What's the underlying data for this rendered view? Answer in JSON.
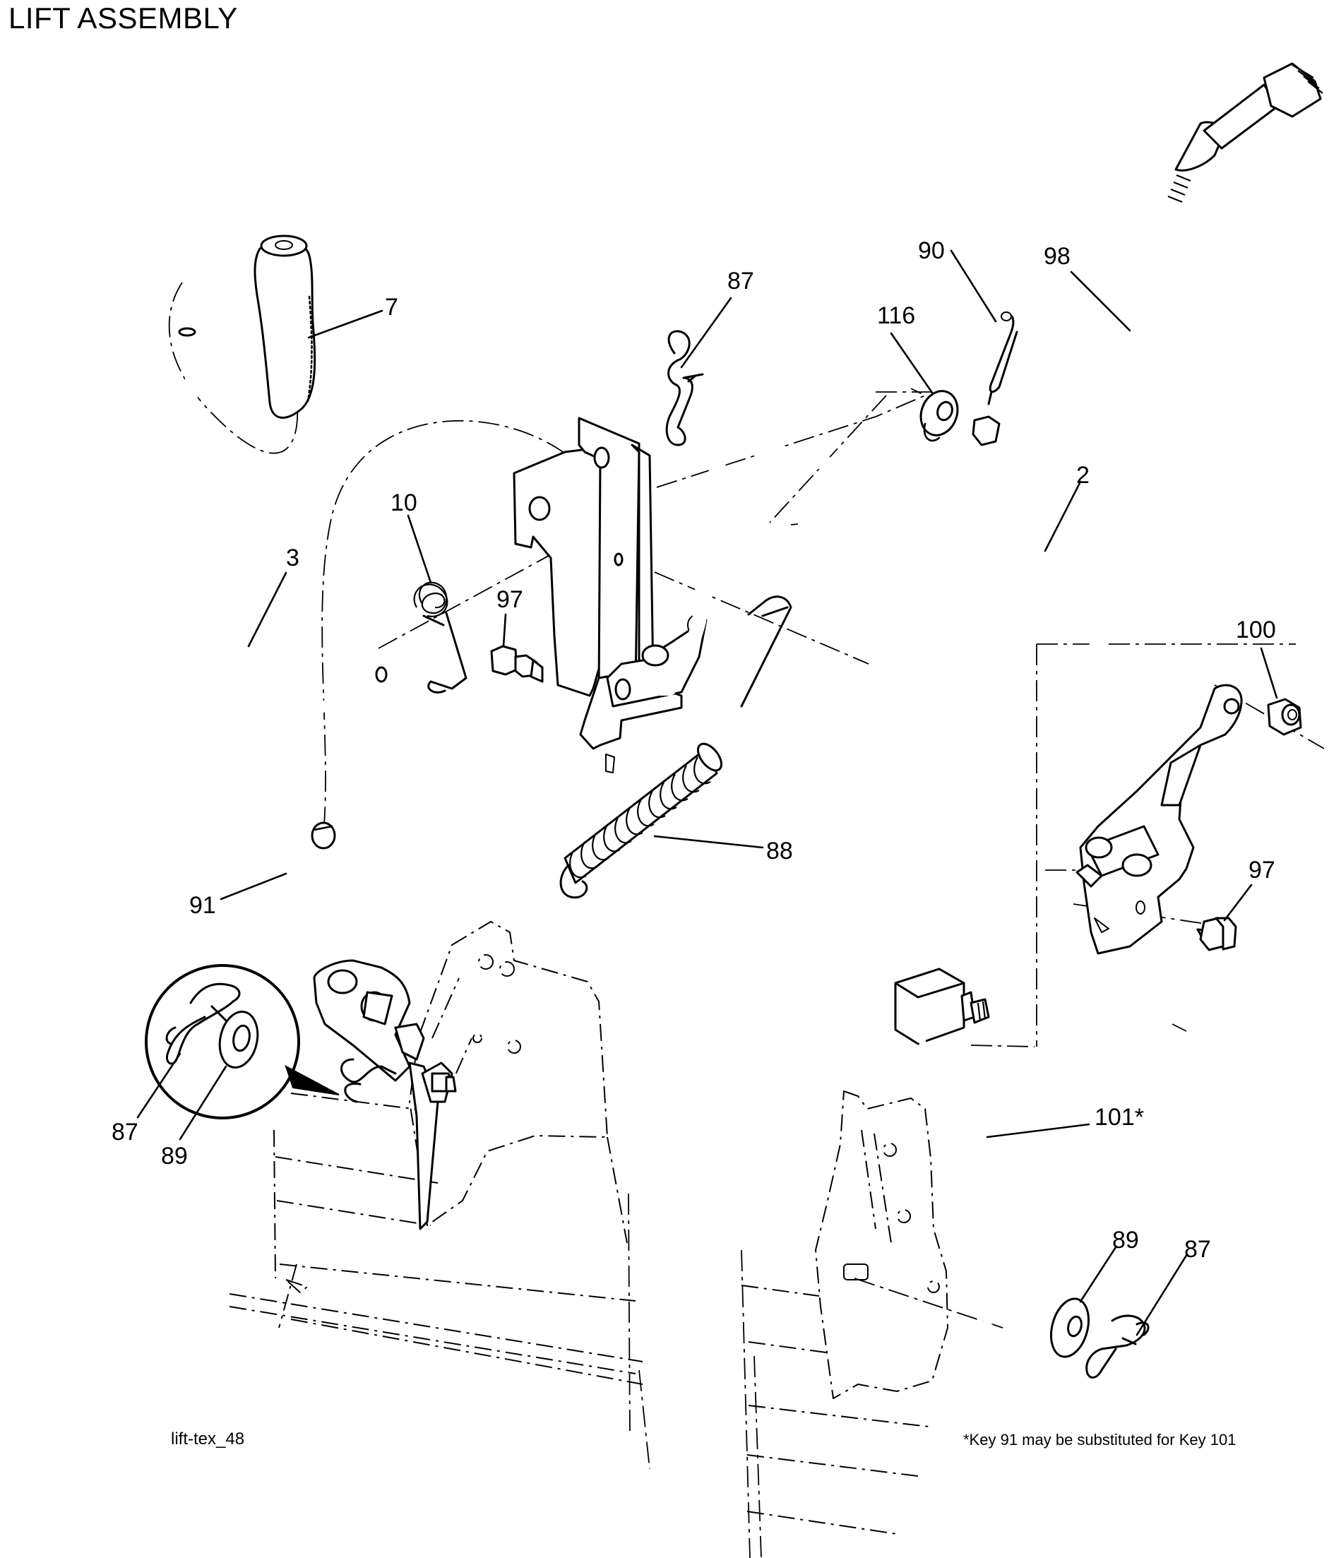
{
  "title": "LIFT ASSEMBLY",
  "drawing_id": "lift-tex_48",
  "note": "*Key 91 may be substituted for Key 101",
  "callouts": {
    "k7": "7",
    "k87a": "87",
    "k90": "90",
    "k98": "98",
    "k116": "116",
    "k2": "2",
    "k10": "10",
    "k3": "3",
    "k97a": "97",
    "k100": "100",
    "k88": "88",
    "k97b": "97",
    "k91": "91",
    "k87b": "87",
    "k89a": "89",
    "k101": "101*",
    "k89b": "89",
    "k87c": "87"
  }
}
